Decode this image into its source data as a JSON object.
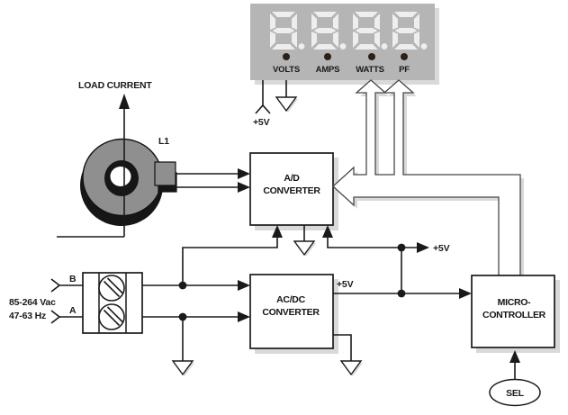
{
  "display": {
    "value": "8.8.8.8.",
    "supply_label": "+5V",
    "indicators": [
      {
        "label": "VOLTS"
      },
      {
        "label": "AMPS"
      },
      {
        "label": "WATTS"
      },
      {
        "label": "PF"
      }
    ]
  },
  "load_circuit": {
    "load_label": "LOAD CURRENT",
    "inductor_label": "L1"
  },
  "mains_input": {
    "voltage": "85-264 Vac",
    "frequency": "47-63 Hz",
    "terminal_b": "B",
    "terminal_a": "A"
  },
  "blocks": {
    "ad_converter": {
      "line1": "A/D",
      "line2": "CONVERTER"
    },
    "acdc_converter": {
      "line1": "AC/DC",
      "line2": "CONVERTER"
    },
    "microcontroller": {
      "line1": "MICRO-",
      "line2": "CONTROLLER"
    }
  },
  "power_rails": {
    "rail": "+5V",
    "acdc_output": "+5V"
  },
  "controls": {
    "select_button": "SEL"
  },
  "colors": {
    "display_background": "#b5b5b5",
    "segment": "#eeeeee",
    "indicator_dot": "#2a211a",
    "toroid_gray": "#8f8f8f",
    "toroid_dark": "#161616",
    "shadow": "#d9d9d9",
    "line": "#1a1a1a",
    "bus_outline": "#484848"
  }
}
